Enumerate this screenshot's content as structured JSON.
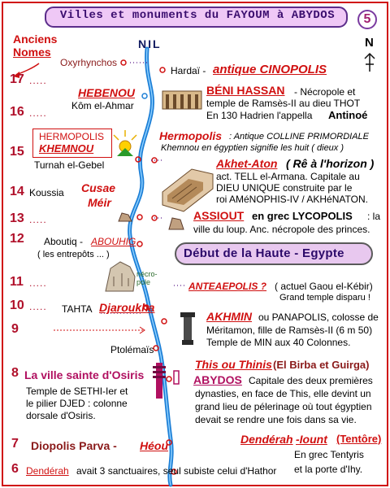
{
  "title": "Villes et monuments du FAYOUM à ABYDOS",
  "page_number": "5",
  "header": {
    "anciens": "Anciens",
    "nomes": "Nomes",
    "river": "NIL",
    "north": "N"
  },
  "nomes": [
    {
      "num": "17",
      "dots": "....."
    },
    {
      "num": "16",
      "dots": "....."
    },
    {
      "num": "15",
      "dots": ""
    },
    {
      "num": "14",
      "dots": ""
    },
    {
      "num": "13",
      "dots": "....."
    },
    {
      "num": "12",
      "dots": ""
    },
    {
      "num": "11",
      "dots": "....."
    },
    {
      "num": "10",
      "dots": "....."
    },
    {
      "num": "9",
      "dots": ".........................."
    },
    {
      "num": "8",
      "dots": ""
    },
    {
      "num": "7",
      "dots": ""
    },
    {
      "num": "6",
      "dots": ""
    }
  ],
  "left": {
    "oxyrhynchos": "Oxyrhynchos",
    "hebenou": "HEBENOU",
    "kom_el_ahmar": "Kôm el-Ahmar",
    "hermopolis": "HERMOPOLIS",
    "khemnou": "KHEMNOU",
    "turnah": "Turnah el-Gebel",
    "koussia": "Koussia",
    "cusae": "Cusae",
    "meir": "Méir",
    "aboutiq": "Aboutiq -",
    "abouhig": "ABOUHIG",
    "entrepots": "( les entrepôts ... )",
    "necropole": "nécro-pole",
    "tahta": "TAHTA",
    "djaroukha": "Djaroukha",
    "ptolemais": "Ptolémaïs",
    "osiris_title": "La ville sainte d'Osiris",
    "osiris_line1": "Temple de SETHI-Ier  et",
    "osiris_line2": "le pilier DJED : colonne",
    "osiris_line3": "dorsale d'Osiris.",
    "diopolis": "Diopolis Parva -",
    "heou": "Héou",
    "denderah_label": "Dendérah",
    "denderah_text": "avait 3 sanctuaires, seul subiste celui d'Hathor"
  },
  "right": {
    "hardai": "Hardaï -",
    "cinopolis": "antique CINOPOLIS",
    "beni_hassan": "BÉNI HASSAN",
    "beni_1": "- Nécropole et",
    "beni_2": "temple de Ramsès-II au dieu THOT",
    "beni_3": "En 130 Hadrien l'appella",
    "antinoe": "Antinoé",
    "hermopolis_r": "Hermopolis",
    "colline": ": Antique COLLINE  PRIMORDIALE",
    "khemnou_r": "Khemnou  en égyptien signifie les huit ( dieux )",
    "akhet": "Akhet-Aton",
    "re_horizon": "( Rê à l'horizon )",
    "akhet_1": "act. TELL el-Armana.  Capitale au",
    "akhet_2": "DIEU UNIQUE construite  par le",
    "akhet_3": "roi AMéNOPHIS-IV / AKHéNATON.",
    "assiout": "ASSIOUT",
    "lycopolis": "en grec  LYCOPOLIS",
    "assiout_tail": ": la",
    "assiout_2": "ville du loup.  Anc. nécropole des princes.",
    "haute": "Début  de  la Haute - Egypte",
    "antaeopolis": "ANTEAEPOLIS ?",
    "gaou": "( actuel Gaou el-Kébir)",
    "grand_temple": "Grand temple disparu !",
    "akhmin": "AKHMIN",
    "akhmin_1": "ou PANAPOLIS, colosse de",
    "akhmin_2": "Méritamon,  fille de Ramsès-II (6 m 50)",
    "akhmin_3": "Temple de MIN aux 40  Colonnes.",
    "this": "This ou Thinis",
    "birba": "(El Birba et Guirga)",
    "abydos": "ABYDOS",
    "abydos_1": "Capitale des deux premières",
    "abydos_2": "dynasties, en face de This, elle devint  un",
    "abydos_3": "grand lieu de pélerinage où tout égyptien",
    "abydos_4": "devait se rendre une fois dans sa vie.",
    "denderah_r": "Dendérah",
    "iount": "-Iount",
    "tentore": "(Tentôre)",
    "tentyris": "En grec Tentyris",
    "porte": "et la porte d'Ihy."
  },
  "colors": {
    "river": "#1d7fd6",
    "red": "#d01010",
    "banner": "#efc8f6",
    "frame": "#5b2d8a"
  }
}
